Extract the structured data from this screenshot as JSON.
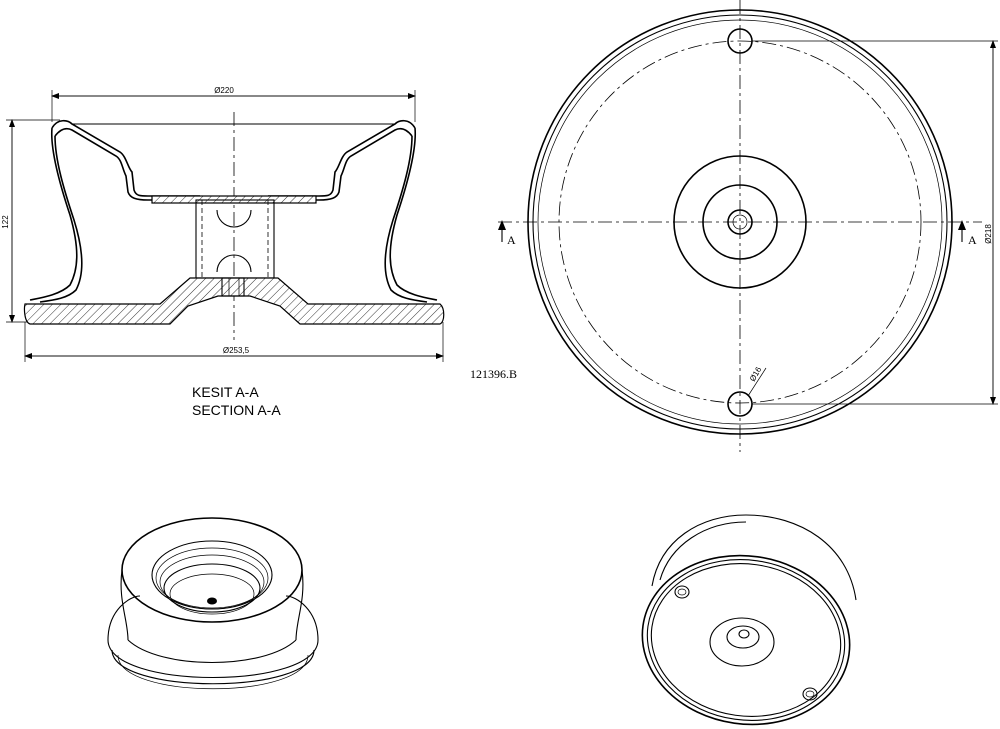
{
  "section_view": {
    "title_line1": "KESIT A-A",
    "title_line2": "SECTION A-A",
    "dim_top_diameter": "Ø220",
    "dim_bottom_diameter": "Ø253,5",
    "dim_height": "122"
  },
  "drawing_code": "121396.B",
  "top_view": {
    "section_mark_left": "A",
    "section_mark_right": "A",
    "dim_hole_circle": "Ø218",
    "dim_hole": "Ø16"
  }
}
